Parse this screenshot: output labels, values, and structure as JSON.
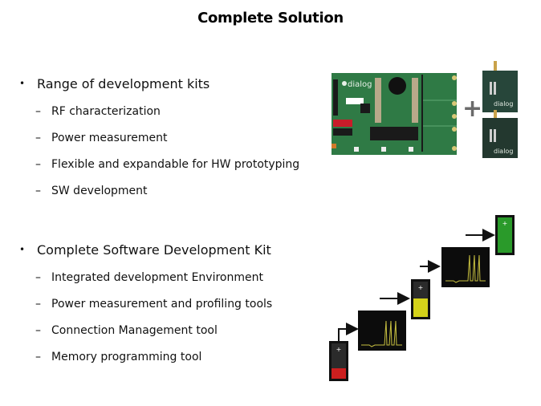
{
  "slide": {
    "title": "Complete Solution"
  },
  "sections": [
    {
      "heading": "Range of development kits",
      "items": [
        "RF characterization",
        "Power measurement",
        "Flexible and expandable for HW prototyping",
        "SW development"
      ]
    },
    {
      "heading": "Complete Software Development Kit",
      "items": [
        "Integrated development Environment",
        "Power measurement and profiling  tools",
        "Connection Management tool",
        "Memory programming tool"
      ]
    }
  ],
  "images": {
    "motherboard_logo": "dialog",
    "daughterboard_logo": "dialog",
    "plus_symbol": "+",
    "battery_levels": [
      "low",
      "medium",
      "full"
    ],
    "battery_colors": {
      "low": "#cc1f1f",
      "medium": "#d4d21a",
      "full": "#2a9a2a"
    }
  },
  "icons": {
    "bullet": "•",
    "dash": "–"
  }
}
